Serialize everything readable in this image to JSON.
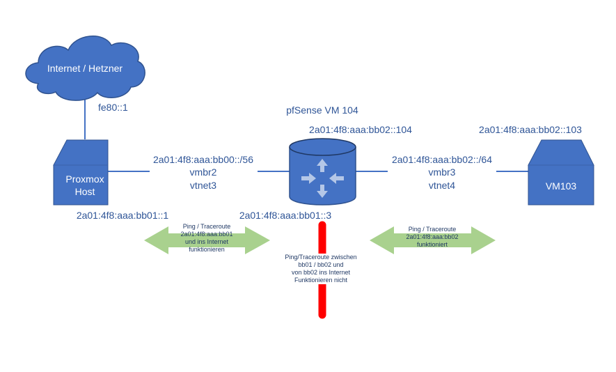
{
  "cloud": {
    "label": "Internet / Hetzner"
  },
  "nodes": {
    "proxmox": {
      "label_line1": "Proxmox",
      "label_line2": "Host"
    },
    "pfsense": {
      "title": "pfSense VM 104"
    },
    "vm103": {
      "label": "VM103"
    }
  },
  "addresses": {
    "fe80": "fe80::1",
    "pfsense_bb02": "2a01:4f8:aaa:bb02::104",
    "vm103_addr": "2a01:4f8:aaa:bb02::103",
    "proxmox_bb01": "2a01:4f8:aaa:bb01::1",
    "pfsense_bb01": "2a01:4f8:aaa:bb01::3"
  },
  "links": {
    "left": {
      "net": "2a01:4f8:aaa:bb00::/56",
      "bridge": "vmbr2",
      "iface": "vtnet3"
    },
    "right": {
      "net": "2a01:4f8:aaa:bb02::/64",
      "bridge": "vmbr3",
      "iface": "vtnet4"
    }
  },
  "notes": {
    "left_ok": {
      "l1": "Ping / Traceroute",
      "l2": "2a01:4f8:aaa:bb01",
      "l3": "und ins Internet",
      "l4": "funktionieren"
    },
    "right_ok": {
      "l1": "Ping / Traceroute",
      "l2": "2a01:4f8:aaa:bb02",
      "l3": "funktioniert"
    },
    "fail": {
      "l1": "Ping/Traceroute zwischen",
      "l2": "bb01 / bb02 und",
      "l3": "von bb02 ins Internet",
      "l4": "Funktionieren nicht"
    }
  },
  "colors": {
    "shape_fill": "#4472c4",
    "shape_stroke": "#2f528f",
    "text_blue": "#2f5597",
    "arrow_green": "#a9d18e",
    "barrier_red": "#ff0000"
  }
}
